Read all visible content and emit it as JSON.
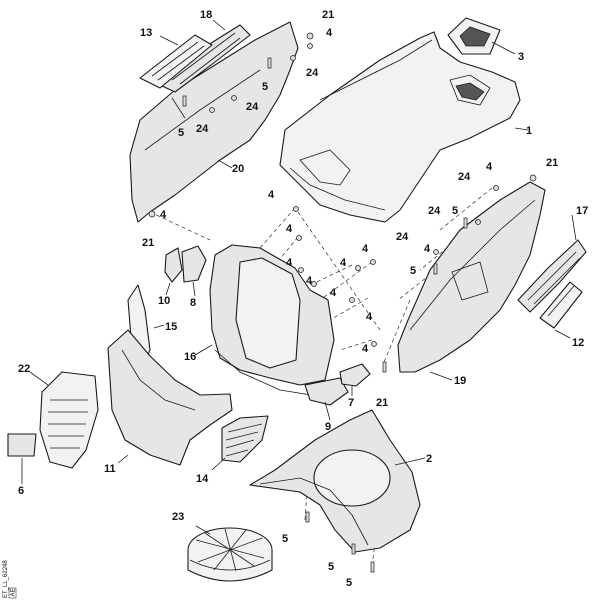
{
  "diagram": {
    "reference_code": "ET_LL_62248",
    "reference_sub": "AE",
    "callouts": {
      "c1": "1",
      "c2": "2",
      "c3": "3",
      "c4a": "4",
      "c4b": "4",
      "c4c": "4",
      "c4d": "4",
      "c4e": "4",
      "c4f": "4",
      "c4g": "4",
      "c4h": "4",
      "c4i": "4",
      "c4j": "4",
      "c4k": "4",
      "c4l": "4",
      "c4m": "4",
      "c5a": "5",
      "c5b": "5",
      "c5c": "5",
      "c5d": "5",
      "c5e": "5",
      "c5f": "5",
      "c5g": "5",
      "c6": "6",
      "c7": "7",
      "c8": "8",
      "c9": "9",
      "c10": "10",
      "c11": "11",
      "c12": "12",
      "c13": "13",
      "c14": "14",
      "c15": "15",
      "c16": "16",
      "c17": "17",
      "c18": "18",
      "c19": "19",
      "c20": "20",
      "c21a": "21",
      "c21b": "21",
      "c21c": "21",
      "c21d": "21",
      "c22": "22",
      "c23": "23",
      "c24a": "24",
      "c24b": "24",
      "c24c": "24",
      "c24d": "24",
      "c24e": "24",
      "c24f": "24"
    }
  }
}
